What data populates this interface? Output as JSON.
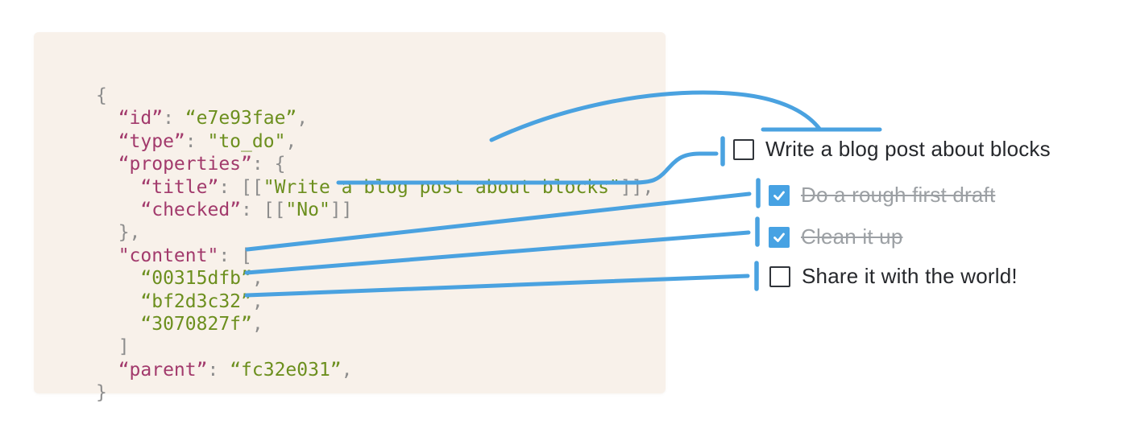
{
  "colors": {
    "accent_blue": "#4aa2e0",
    "checkbox_blue": "#47a2e3",
    "panel_background": "#f8f1ea",
    "code_key": "#a23a6c",
    "code_value": "#6c8f1e",
    "code_punctuation": "#8d8d8d",
    "todo_text": "#26282c",
    "todo_done_text": "#9ca0a4"
  },
  "code_panel": {
    "lines": [
      [
        {
          "c": "brace",
          "t": "{"
        }
      ],
      [
        {
          "c": "key",
          "t": "  “id”"
        },
        {
          "c": "punc",
          "t": ": "
        },
        {
          "c": "val",
          "t": "“e7e93fae”"
        },
        {
          "c": "punc",
          "t": ","
        }
      ],
      [
        {
          "c": "key",
          "t": "  “type”"
        },
        {
          "c": "punc",
          "t": ": "
        },
        {
          "c": "val",
          "t": "\"to_do\""
        },
        {
          "c": "punc",
          "t": ","
        }
      ],
      [
        {
          "c": "key",
          "t": "  “properties”"
        },
        {
          "c": "punc",
          "t": ": "
        },
        {
          "c": "brace",
          "t": "{"
        }
      ],
      [
        {
          "c": "key",
          "t": "    “title”"
        },
        {
          "c": "punc",
          "t": ": [["
        },
        {
          "c": "val",
          "t": "\"Write a blog post about blocks\""
        },
        {
          "c": "punc",
          "t": "]],"
        }
      ],
      [
        {
          "c": "key",
          "t": "    “checked”"
        },
        {
          "c": "punc",
          "t": ": [["
        },
        {
          "c": "val",
          "t": "\"No\""
        },
        {
          "c": "punc",
          "t": "]]"
        }
      ],
      [
        {
          "c": "brace",
          "t": "  },"
        }
      ],
      [
        {
          "c": "key",
          "t": "  \"content\""
        },
        {
          "c": "punc",
          "t": ": ["
        }
      ],
      [
        {
          "c": "val",
          "t": "    “00315dfb”"
        },
        {
          "c": "punc",
          "t": ","
        }
      ],
      [
        {
          "c": "val",
          "t": "    “bf2d3c32”"
        },
        {
          "c": "punc",
          "t": ","
        }
      ],
      [
        {
          "c": "val",
          "t": "    “3070827f”"
        },
        {
          "c": "punc",
          "t": ","
        }
      ],
      [
        {
          "c": "punc",
          "t": "  ]"
        }
      ],
      [
        {
          "c": "key",
          "t": "  “parent”"
        },
        {
          "c": "punc",
          "t": ": "
        },
        {
          "c": "val",
          "t": "“fc32e031”"
        },
        {
          "c": "punc",
          "t": ","
        }
      ],
      [
        {
          "c": "brace",
          "t": "}"
        }
      ]
    ]
  },
  "todo_list": {
    "items": [
      {
        "label": "Write a blog post about blocks",
        "state": "unchecked"
      },
      {
        "label": "Do a rough first draft",
        "state": "checked"
      },
      {
        "label": "Clean it up",
        "state": "checked"
      },
      {
        "label": "Share it with the world!",
        "state": "unchecked"
      }
    ]
  }
}
